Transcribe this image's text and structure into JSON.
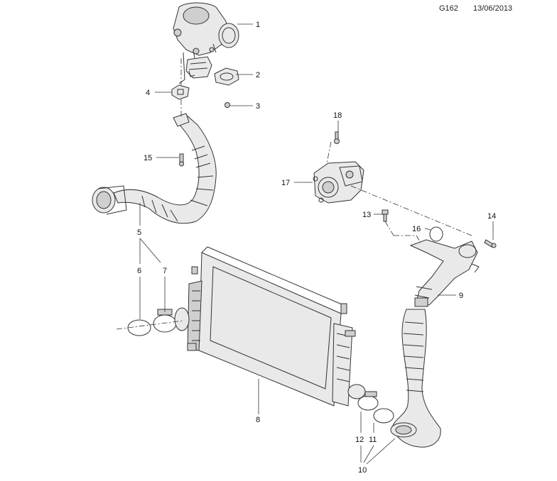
{
  "header": {
    "diagram_code": "G162",
    "date": "13/06/2013"
  },
  "callouts": {
    "c1": "1",
    "c2": "2",
    "c3": "3",
    "c4": "4",
    "c5": "5",
    "c6": "6",
    "c7": "7",
    "c8": "8",
    "c9": "9",
    "c10": "10",
    "c11": "11",
    "c12": "12",
    "c13": "13",
    "c14": "14",
    "c15": "15",
    "c16": "16",
    "c17": "17",
    "c18": "18"
  }
}
